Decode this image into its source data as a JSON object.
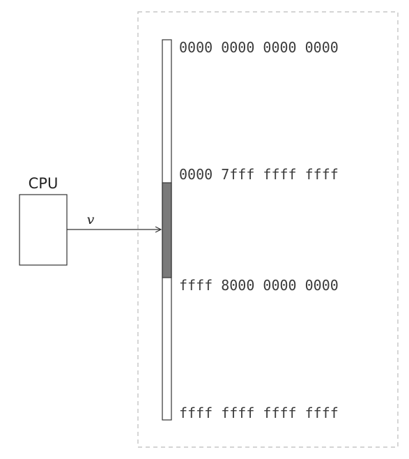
{
  "cpu": {
    "label": "CPU"
  },
  "pointer": {
    "label": "v"
  },
  "address_space": {
    "addresses": [
      "0000 0000 0000 0000",
      "0000 7fff ffff ffff",
      "ffff 8000 0000 0000",
      "ffff ffff ffff ffff"
    ]
  },
  "colors": {
    "outline": "#333333",
    "region_fill": "#7a7a7a",
    "dashed_border": "#bbbbbb"
  }
}
